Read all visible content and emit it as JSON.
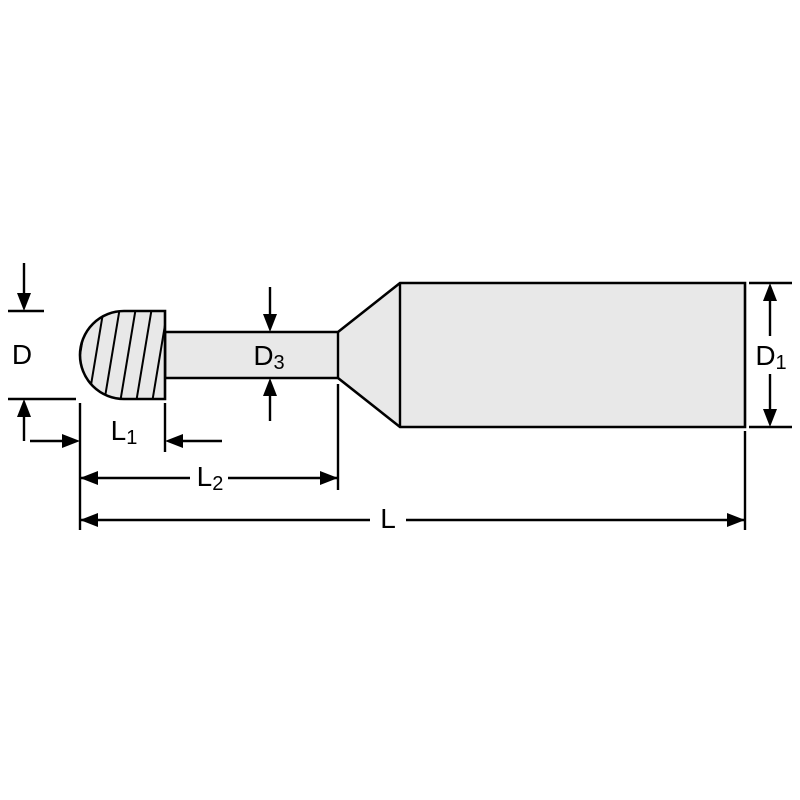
{
  "diagram": {
    "colors": {
      "background": "#ffffff",
      "tool_fill": "#e8e8e8",
      "line": "#000000"
    },
    "labels": {
      "d": {
        "main": "D",
        "sub": ""
      },
      "d3": {
        "main": "D",
        "sub": "3"
      },
      "d1": {
        "main": "D",
        "sub": "1"
      },
      "l1": {
        "main": "L",
        "sub": "1"
      },
      "l2": {
        "main": "L",
        "sub": "2"
      },
      "l": {
        "main": "L",
        "sub": ""
      }
    }
  }
}
